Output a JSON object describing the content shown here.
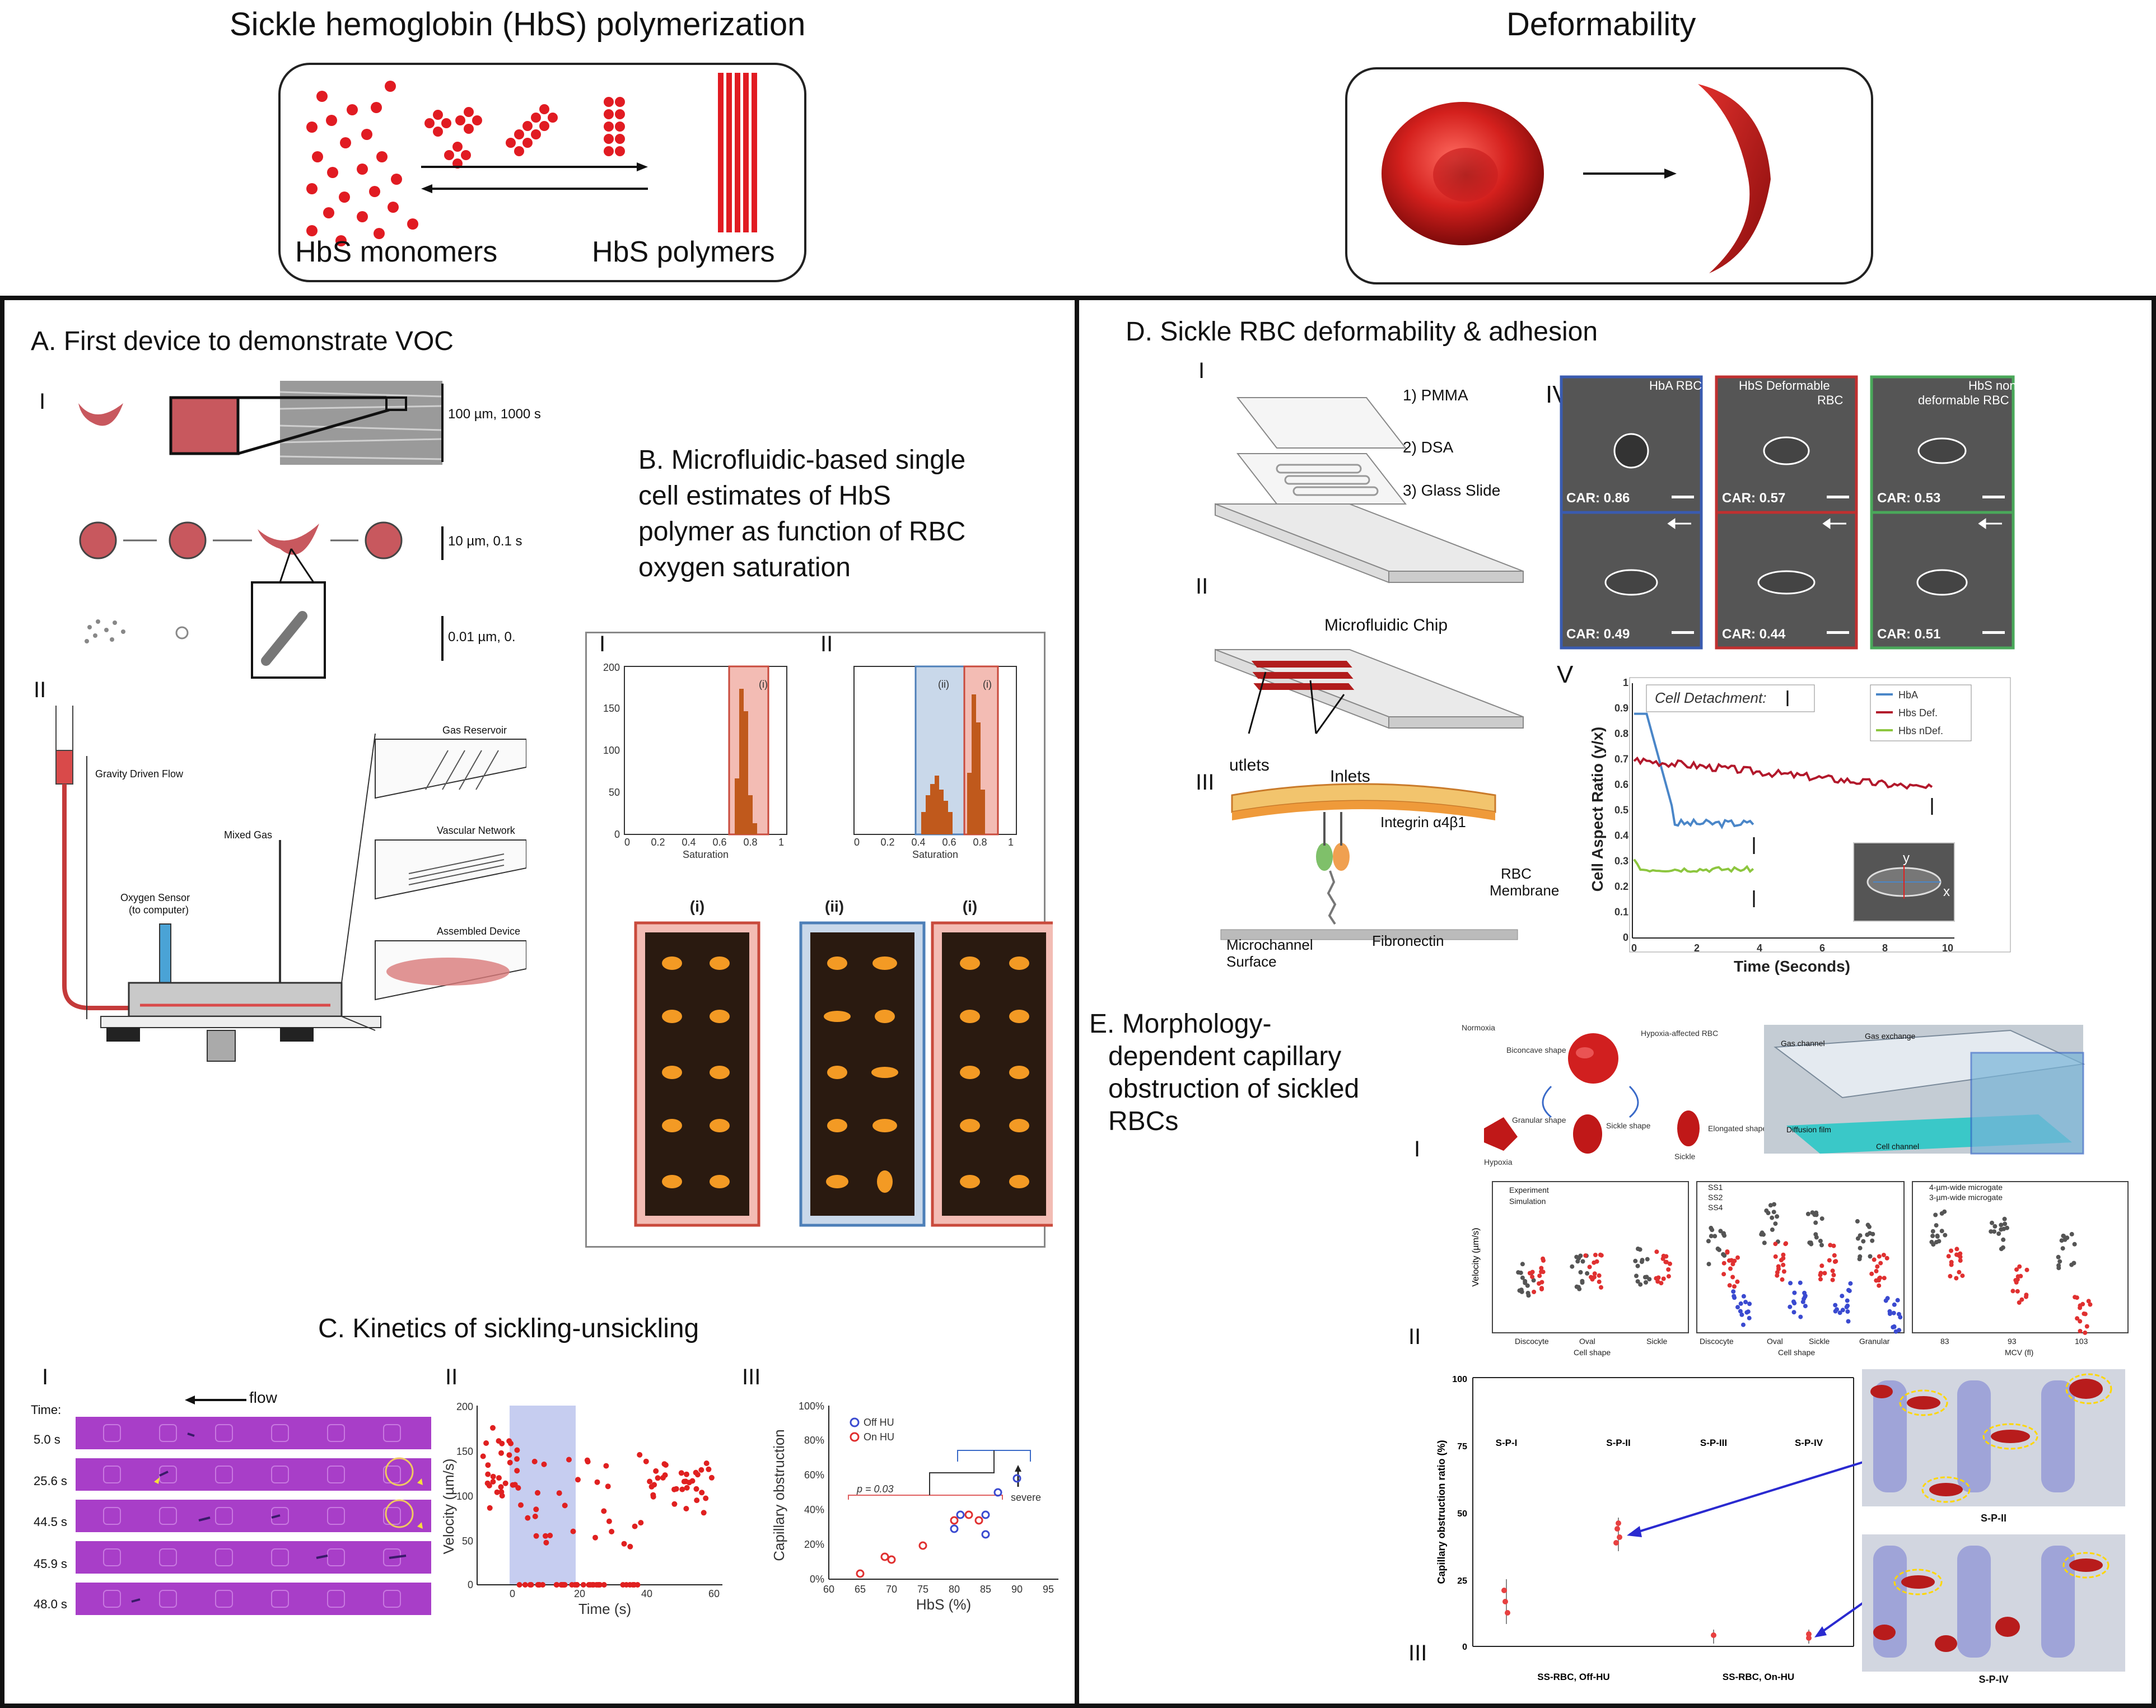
{
  "top": {
    "left_title": "Sickle hemoglobin (HbS) polymerization",
    "monomers_label": "HbS monomers",
    "polymers_label": "HbS polymers",
    "right_title": "Deformability"
  },
  "panelA": {
    "title": "A. First device to demonstrate VOC",
    "roman_I": "I",
    "roman_II": "II",
    "scale1": "100 µm, 1000 s",
    "scale2": "10 µm, 0.1 s",
    "scale3": "0.01 µm, 0.",
    "gravity": "Gravity Driven Flow",
    "mixed_gas": "Mixed Gas",
    "oxygen_sensor": "Oxygen Sensor",
    "to_computer": "(to computer)",
    "gas_reservoir": "Gas Reservoir",
    "vascular_network": "Vascular Network",
    "assembled_device": "Assembled Device"
  },
  "panelB": {
    "title_lines": [
      "B. Microfluidic-based single",
      "cell estimates of HbS",
      "polymer as function of  RBC",
      "oxygen saturation"
    ],
    "roman_I": "I",
    "roman_II": "II",
    "xlabel": "Saturation",
    "label_i": "(i)",
    "label_ii": "(ii)",
    "y_ticks": [
      "200",
      "150",
      "100",
      "50",
      "0"
    ],
    "x_ticks": [
      "0",
      "0.2",
      "0.4",
      "0.6",
      "0.8",
      "1"
    ]
  },
  "panelC": {
    "title": "C. Kinetics of sickling-unsickling",
    "roman_I": "I",
    "roman_II": "II",
    "roman_III": "III",
    "flow": "flow",
    "time_label": "Time:",
    "frames": [
      "5.0 s",
      "25.6 s",
      "44.5 s",
      "45.9 s",
      "48.0 s"
    ],
    "velocity_ylabel": "Velocity (µm/s)",
    "velocity_xlabel": "Time (s)",
    "velocity_yticks": [
      "200",
      "150",
      "100",
      "50",
      "0"
    ],
    "velocity_xticks": [
      "0",
      "20",
      "40",
      "60"
    ],
    "obstruction_ylabel": "Capillary obstruction",
    "obstruction_xlabel": "HbS (%)",
    "obstruction_yticks": [
      "100%",
      "80%",
      "60%",
      "40%",
      "20%",
      "0%"
    ],
    "obstruction_xticks": [
      "60",
      "65",
      "70",
      "75",
      "80",
      "85",
      "90",
      "95"
    ],
    "legend_off": "Off HU",
    "legend_on": "On HU",
    "pvalue": "p = 0.03",
    "severe": "severe"
  },
  "panelD": {
    "title": "D. Sickle RBC deformability & adhesion",
    "roman_I": "I",
    "roman_II": "II",
    "roman_III": "III",
    "roman_IV": "IV",
    "roman_V": "V",
    "layers": [
      "1) PMMA",
      "2) DSA",
      "3) Glass Slide"
    ],
    "chip_label": "Microfluidic Chip",
    "outlets": "utlets",
    "inlets": "Inlets",
    "integrin": "Integrin α4β1",
    "rbc_membrane_1": "RBC",
    "rbc_membrane_2": "Membrane",
    "fibronectin": "Fibronectin",
    "microchannel_1": "Microchannel",
    "microchannel_2": "Surface",
    "iv_headers": [
      "HbA RBC",
      "HbS Deformable",
      "RBC",
      "HbS non-",
      "deformable RBC"
    ],
    "car_values": [
      "CAR: 0.86",
      "CAR: 0.57",
      "CAR: 0.53",
      "CAR: 0.49",
      "CAR: 0.44",
      "CAR: 0.51"
    ],
    "v_ylabel": "Cell Aspect Ratio (y/x)",
    "v_xlabel": "Time (Seconds)",
    "v_detach": "Cell Detachment:",
    "v_legend": [
      "HbA",
      "Hbs Def.",
      "Hbs nDef."
    ],
    "v_yticks": [
      "1",
      "0.9",
      "0.8",
      "0.7",
      "0.6",
      "0.5",
      "0.4",
      "0.3",
      "0.2",
      "0.1",
      "0"
    ],
    "v_xticks": [
      "0",
      "2",
      "4",
      "6",
      "8",
      "10"
    ],
    "inset_y": "y",
    "inset_x": "x"
  },
  "panelE": {
    "title_lines": [
      "E. Morphology-",
      "dependent capillary",
      "obstruction of sickled",
      "RBCs"
    ],
    "roman_I": "I",
    "roman_II": "II",
    "roman_III": "III",
    "schema_labels": [
      "Normoxia",
      "Biconcave shape",
      "Hypoxia-affected RBC",
      "Granular shape",
      "Sickle shape",
      "Elongated shape",
      "Hypoxia",
      "Sickle"
    ],
    "device_labels": [
      "Gas channel",
      "Gas exchange",
      "Diffusion film",
      "Cell channel"
    ],
    "ii_legend_a": [
      "Experiment",
      "Simulation"
    ],
    "ii_legend_b": [
      "SS1",
      "SS2",
      "SS4"
    ],
    "ii_legend_c": [
      "4-µm-wide microgate",
      "3-µm-wide microgate"
    ],
    "ii_xcats_a": [
      "Discocyte",
      "Oval",
      "Sickle"
    ],
    "ii_xcats_b": [
      "Discocyte",
      "Oval",
      "Sickle",
      "Granular"
    ],
    "ii_xcats_c": [
      "83",
      "93",
      "103"
    ],
    "ii_xlabel_a": "Cell shape",
    "ii_xlabel_b": "Cell shape",
    "ii_xlabel_c": "MCV (fl)",
    "ii_ylabel": "Velocity (µm/s)",
    "iii_ylabel": "Capillary obstruction ratio (%)",
    "iii_yticks": [
      "100",
      "75",
      "50",
      "25",
      "0"
    ],
    "iii_groups": [
      "S-P-I",
      "S-P-II",
      "S-P-III",
      "S-P-IV"
    ],
    "iii_xcats": [
      "SS-RBC, Off-HU",
      "SS-RBC, On-HU"
    ],
    "img_labels": [
      "S-P-II",
      "S-P-IV"
    ]
  },
  "colors": {
    "rbc_red": "#d61f26",
    "hba_blue": "#4a86c8",
    "hbs_def_red": "#b2182b",
    "hbs_ndef_green": "#8dc63f",
    "purple": "#a83ec8"
  }
}
